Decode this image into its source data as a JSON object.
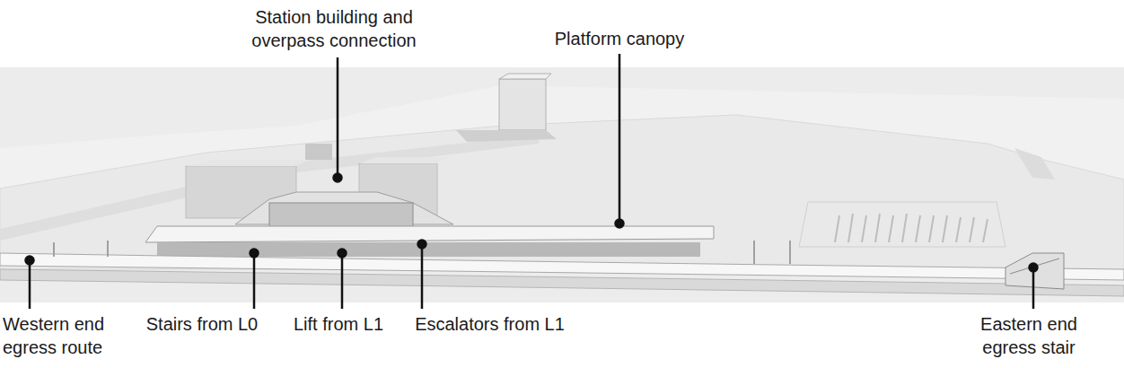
{
  "diagram": {
    "labels": [
      "Station building and overpass connection",
      "Platform canopy",
      "Western end egress route",
      "Stairs from L0",
      "Lift from L1",
      "Escalators from L1",
      "Eastern end egress stair"
    ]
  }
}
